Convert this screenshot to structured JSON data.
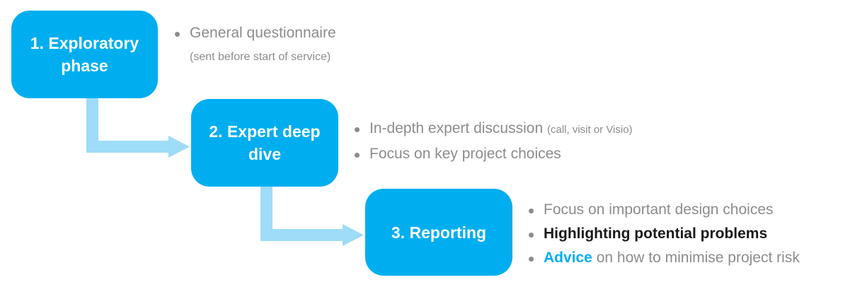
{
  "colors": {
    "box_fill": "#00aeef",
    "connector": "#9edcf7",
    "bullet_text": "#8c8c8c",
    "emphasis_text": "#1a1a1a",
    "accent_text": "#00aeef"
  },
  "steps": [
    {
      "label": "1. Exploratory phase",
      "bullets": [
        {
          "text": "General questionnaire"
        }
      ],
      "sub_note": "(sent before start of service)"
    },
    {
      "label": "2. Expert deep dive",
      "bullets": [
        {
          "text": "In-depth expert discussion",
          "note": "(call, visit or Visio)"
        },
        {
          "text": "Focus on key project choices"
        }
      ]
    },
    {
      "label": "3. Reporting",
      "bullets": [
        {
          "text": "Focus on important design choices"
        },
        {
          "text": "Highlighting potential problems"
        },
        {
          "highlight": "Advice",
          "text": "on how to minimise project risk"
        }
      ]
    }
  ]
}
